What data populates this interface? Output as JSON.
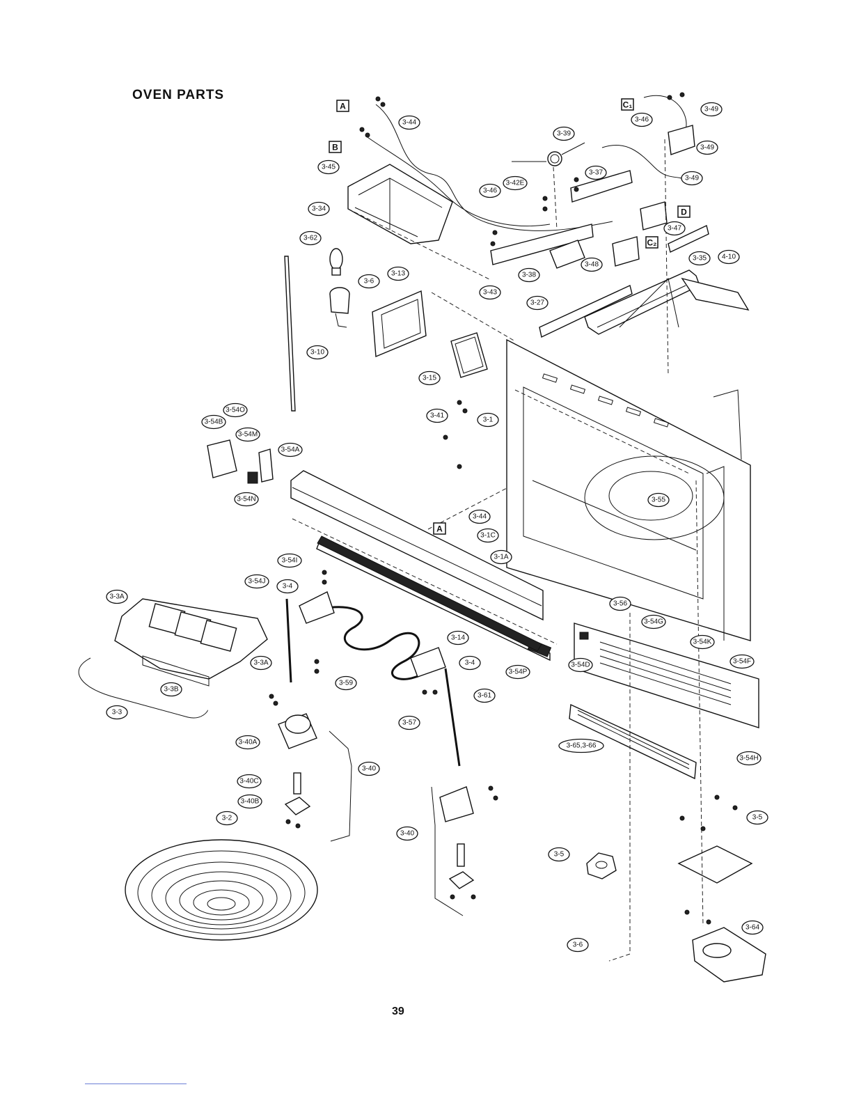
{
  "page": {
    "title": "OVEN PARTS",
    "page_number": "39"
  },
  "reference_boxes": [
    "A",
    "B",
    "C1",
    "C2",
    "D",
    "A"
  ],
  "callouts": [
    "3-44",
    "3-45",
    "3-34",
    "3-39",
    "3-37",
    "3-46",
    "3-42E",
    "3-49",
    "3-46",
    "3-49",
    "3-49",
    "3-47",
    "3-38",
    "3-48",
    "3-35",
    "4-10",
    "3-62",
    "3-6",
    "3-13",
    "3-43",
    "3-27",
    "3-10",
    "3-15",
    "3-41",
    "3-1",
    "3-54O",
    "3-54B",
    "3-54M",
    "3-54A",
    "3-54N",
    "3-55",
    "3-44",
    "3-1C",
    "3-1A",
    "3-54I",
    "3-54J",
    "3-4",
    "3-3A",
    "3-3A",
    "3-56",
    "3-54G",
    "3-54K",
    "3-14",
    "3-4",
    "3-54F",
    "3-54P",
    "3-54D",
    "3-3B",
    "3-59",
    "3-3",
    "3-61",
    "3-57",
    "3-40A",
    "3-65,3-66",
    "3-54H",
    "3-40",
    "3-40C",
    "3-40B",
    "3-2",
    "3-40",
    "3-5",
    "3-64",
    "3-6",
    "3-5"
  ]
}
